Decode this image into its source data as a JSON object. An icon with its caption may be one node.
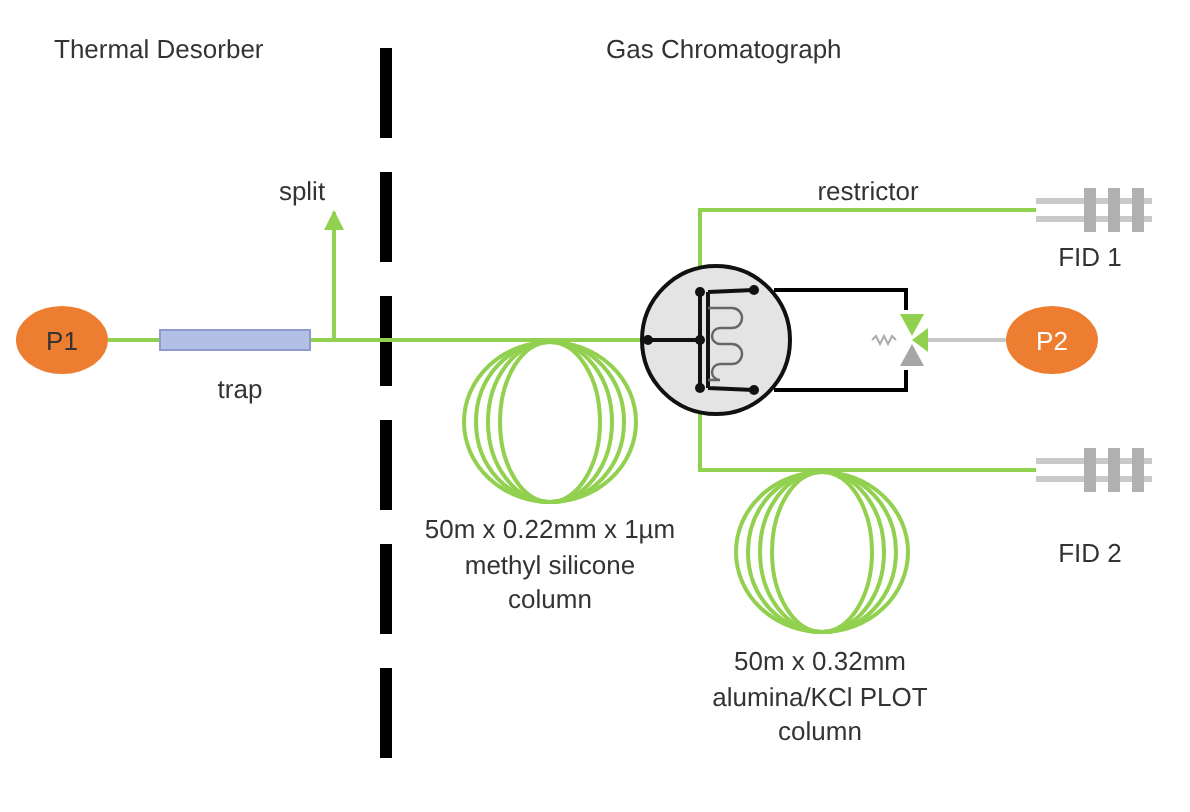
{
  "diagram": {
    "nodes": [
      {
        "text": [
          "P1"
        ]
      },
      {
        "text": [],
        "shape": "bar",
        "beside": [
          "trap"
        ]
      },
      {
        "text": [
          "split"
        ]
      },
      {
        "text": [],
        "shape": "coil",
        "beside": [
          "50m x 0.22mm x 1µm methyl silicone column"
        ]
      },
      {
        "text": [],
        "shape": "picture"
      },
      {
        "text": [],
        "shape": "picture"
      },
      {
        "text": [
          "P2"
        ]
      },
      {
        "text": [],
        "shape": "picture",
        "beside": [
          "FID 1"
        ]
      },
      {
        "text": [],
        "shape": "coil",
        "beside": [
          "50m x 0.32mm alumina/KCl PLOT column"
        ]
      },
      {
        "text": [],
        "shape": "picture",
        "beside": [
          "FID 2"
        ]
      }
    ],
    "edges": [
      {
        "from": 0,
        "to": 1,
        "arrow": "none"
      },
      {
        "from": 1,
        "to": 2,
        "arrow": "to"
      },
      {
        "from": 1,
        "to": 3,
        "arrow": "none"
      },
      {
        "from": 3,
        "to": 4,
        "arrow": "none"
      },
      {
        "from": 4,
        "to": 7,
        "arrow": "none",
        "label": "restrictor"
      },
      {
        "from": 4,
        "to": 5,
        "arrow": "none",
        "color": "#000000"
      },
      {
        "from": 4,
        "to": 5,
        "arrow": "none",
        "color": "#000000"
      },
      {
        "from": 4,
        "to": 8,
        "arrow": "none"
      },
      {
        "from": 8,
        "to": 9,
        "arrow": "none"
      },
      {
        "from": 6,
        "to": 5,
        "arrow": "none",
        "color": "#c8c8c8"
      }
    ],
    "labels": [
      "Thermal Desorber",
      "Gas Chromatograph"
    ]
  }
}
